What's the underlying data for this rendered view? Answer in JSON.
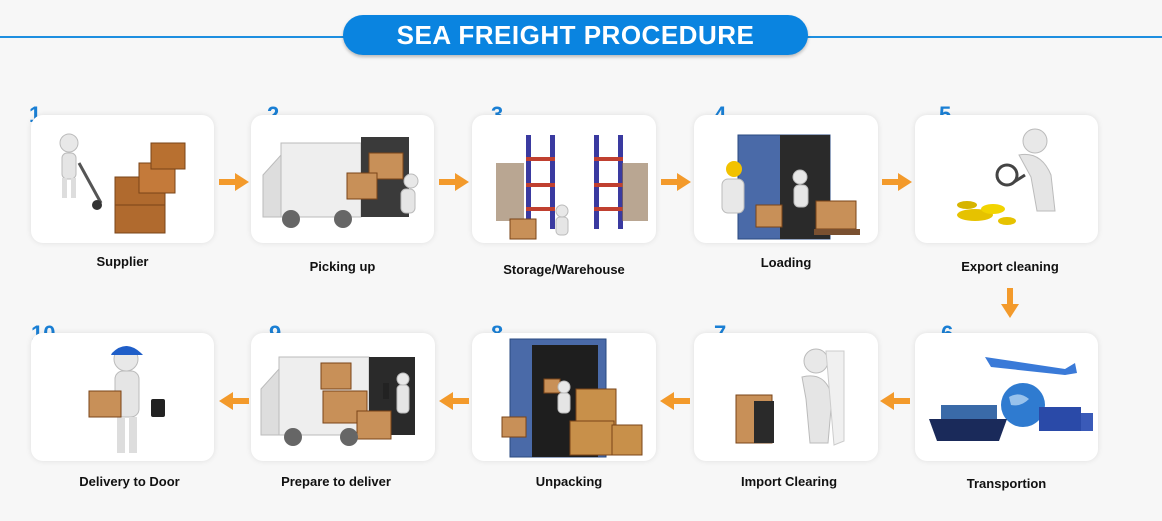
{
  "header": {
    "title": "SEA FREIGHT PROCEDURE"
  },
  "steps": [
    {
      "number": "1.",
      "label": "Supplier",
      "icon": "supplier-boxes-icon"
    },
    {
      "number": "2.",
      "label": "Picking up",
      "icon": "truck-loading-icon"
    },
    {
      "number": "3.",
      "label": "Storage/Warehouse",
      "icon": "warehouse-racks-icon"
    },
    {
      "number": "4.",
      "label": "Loading",
      "icon": "container-loading-icon"
    },
    {
      "number": "5.",
      "label": "Export cleaning",
      "icon": "magnifier-inspection-icon"
    },
    {
      "number": "6.",
      "label": "Transportion",
      "icon": "ship-plane-truck-icon"
    },
    {
      "number": "7.",
      "label": "Import Clearing",
      "icon": "document-clearing-icon"
    },
    {
      "number": "8.",
      "label": "Unpacking",
      "icon": "container-unpacking-icon"
    },
    {
      "number": "9.",
      "label": "Prepare to deliver",
      "icon": "truck-dispatch-icon"
    },
    {
      "number": "10.",
      "label": "Delivery to Door",
      "icon": "courier-package-icon"
    }
  ],
  "colors": {
    "accent": "#0a84e0",
    "number": "#1a7fd4",
    "arrow": "#f39a2b"
  }
}
